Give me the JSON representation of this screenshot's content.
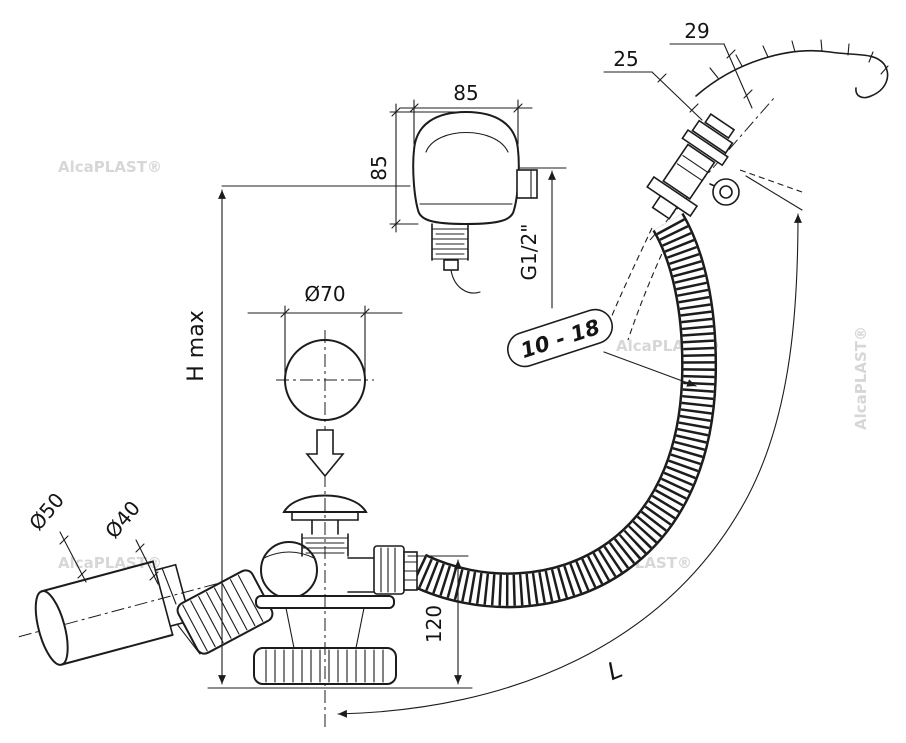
{
  "watermark": {
    "text": "AlcaPLAST®"
  },
  "dimensions": {
    "rim_outer": "29",
    "rim_inner": "25",
    "head_width": "85",
    "head_height": "85",
    "thread": "G1/2\"",
    "range_badge": "10 - 18",
    "plug_diameter": "Ø70",
    "height_max": "H max",
    "outlet_large": "Ø50",
    "outlet_small": "Ø40",
    "tail_height": "120",
    "hose_length": "L"
  }
}
